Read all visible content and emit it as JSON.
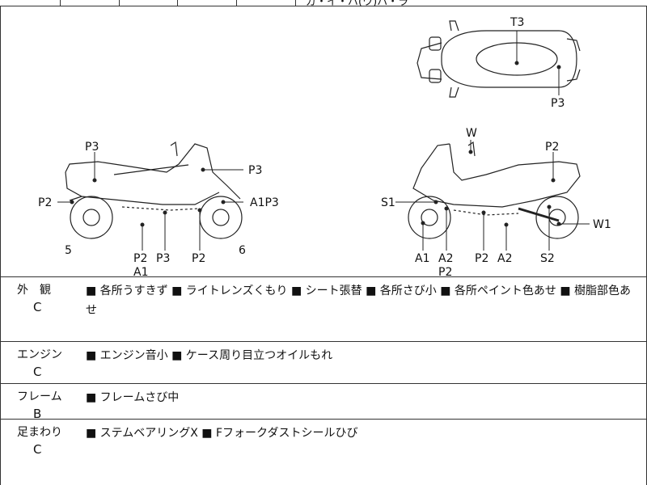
{
  "top_strip": {
    "tail_text": "ガ・イ・バ(ウ)ハ・ラ"
  },
  "diagram": {
    "top_view": {
      "labels": [
        "T3",
        "P3"
      ]
    },
    "left_view": {
      "labels": [
        "P3",
        "P3",
        "P2",
        "A1P3",
        "5",
        "6",
        "P2",
        "A1",
        "P3",
        "P2"
      ]
    },
    "right_view": {
      "labels": [
        "W",
        "P2",
        "S1",
        "W1",
        "A1",
        "A2",
        "P2",
        "P2",
        "A2",
        "S2"
      ]
    }
  },
  "rows": [
    {
      "category": "外　観",
      "grade": "C",
      "notes": "■ 各所うすきず ■ ライトレンズくもり ■ シート張替 ■ 各所さび小 ■ 各所ペイント色あせ ■ 樹脂部色あせ"
    },
    {
      "category": "エンジン",
      "grade": "C",
      "notes": "■ エンジン音小 ■ ケース周り目立つオイルもれ"
    },
    {
      "category": "フレーム",
      "grade": "B",
      "notes": "■ フレームさび中"
    },
    {
      "category": "足まわり",
      "grade": "C",
      "notes": "■ ステムベアリングX ■ Fフォークダストシールひび"
    }
  ]
}
